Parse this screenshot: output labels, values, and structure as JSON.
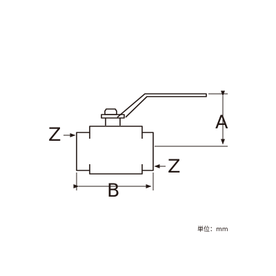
{
  "diagram": {
    "dimension_a": "A",
    "dimension_b": "B",
    "port_left": "Z",
    "port_right": "Z",
    "unit_note": "単位：mm"
  },
  "colors": {
    "ink": "#231815",
    "background": "#ffffff"
  }
}
